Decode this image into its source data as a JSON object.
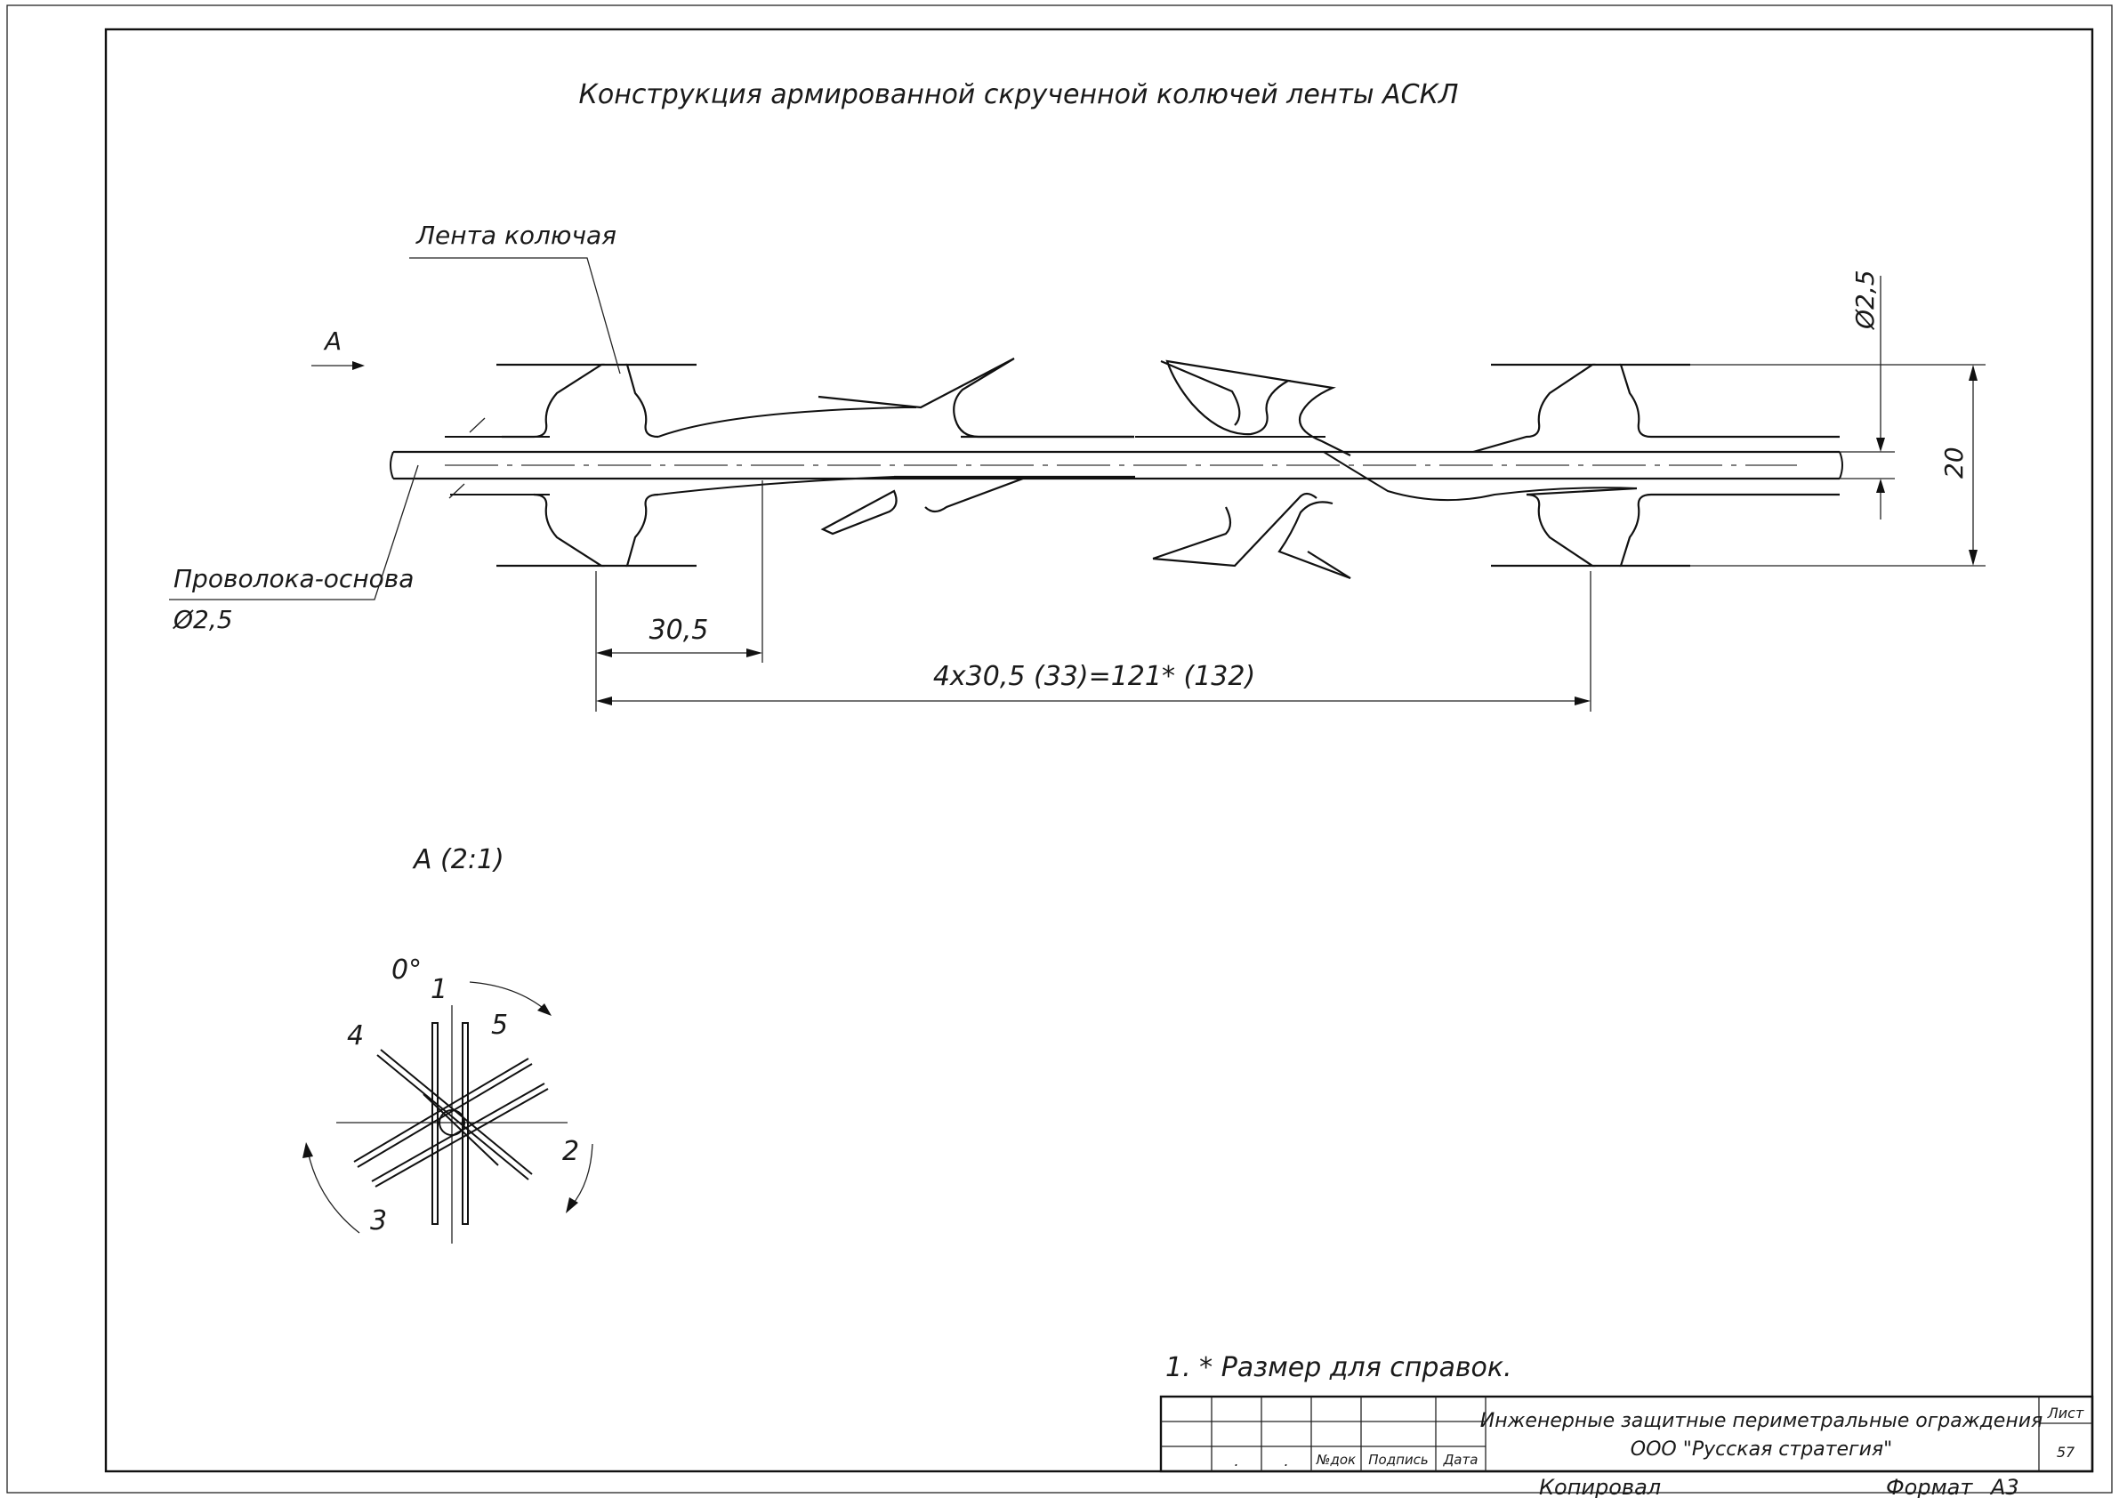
{
  "drawing": {
    "title": "Конструкция армированной скрученной колючей ленты АСКЛ",
    "label_tape": "Лента колючая",
    "label_view_arrow": "А",
    "label_wire": "Проволока-основа",
    "label_wire_dia": "Ø2,5",
    "dim_dia_right": "Ø2,5",
    "dim_height": "20",
    "dim_pitch": "30,5",
    "dim_total": "4х30,5 (33)=121* (132)",
    "view_label": "А (2:1)",
    "angle_label": "0°",
    "blade_numbers": [
      "1",
      "2",
      "3",
      "4",
      "5"
    ],
    "note": "1.  * Размер для справок."
  },
  "title_block": {
    "line1": "Инженерные защитные периметральные ограждения",
    "line2": "ООО \"Русская стратегия\"",
    "col_dots": [
      ".",
      "."
    ],
    "col_doc": "№док",
    "col_sign": "Подпись",
    "col_date": "Дата",
    "sheet_label": "Лист",
    "sheet_number": "57",
    "copied": "Копировал",
    "format_label": "Формат",
    "format_value": "А3"
  }
}
